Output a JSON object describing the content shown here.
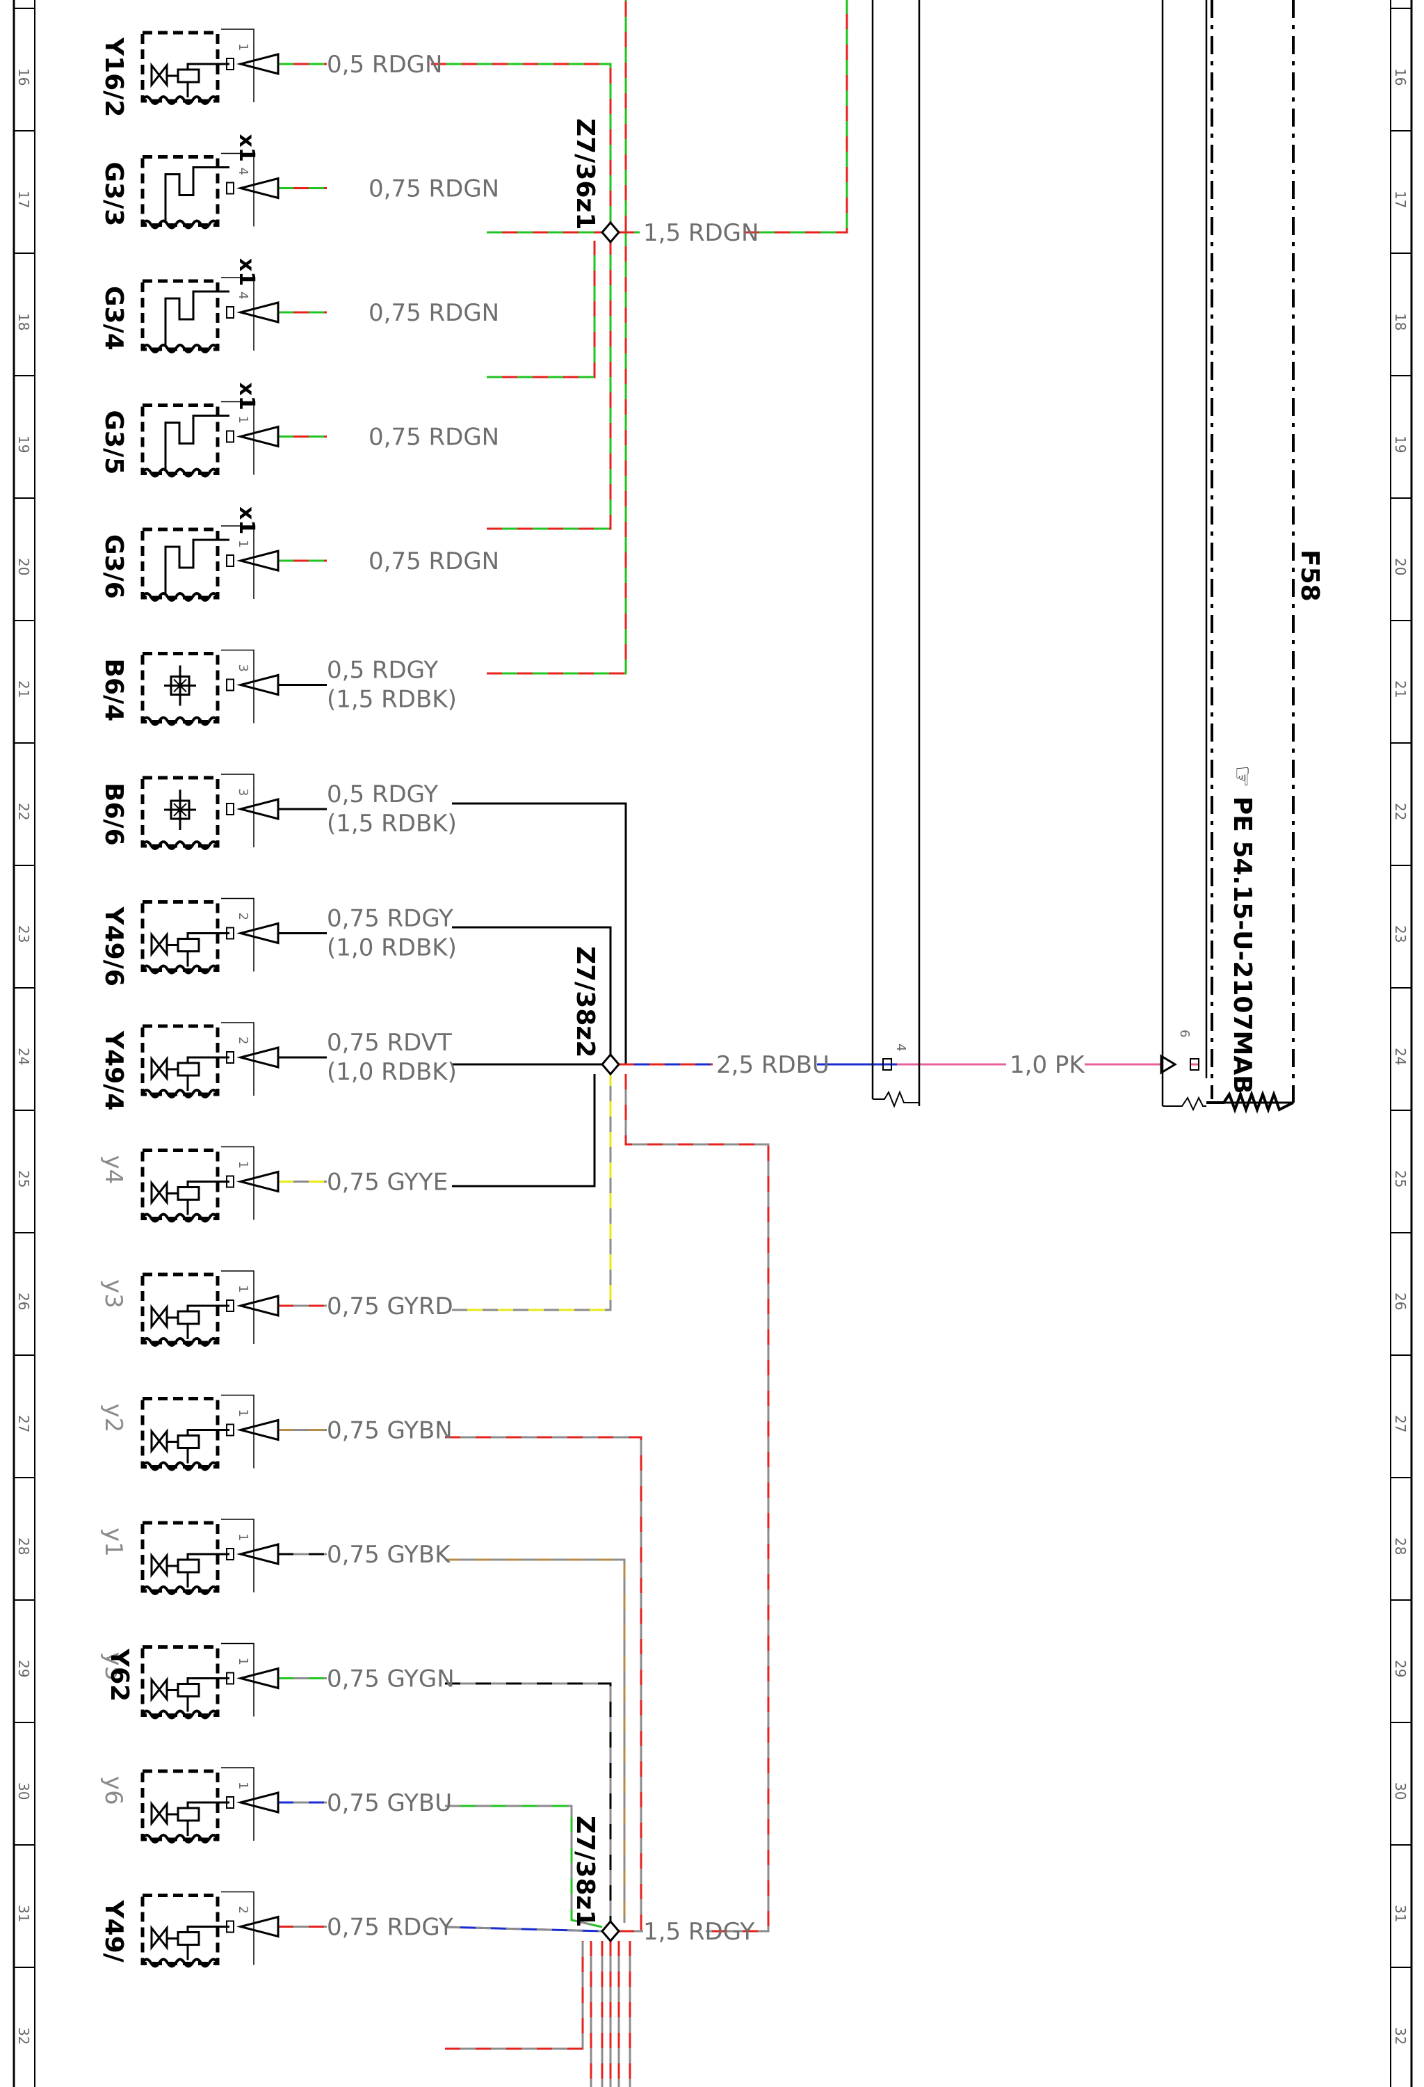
{
  "grid_rows": [
    "16",
    "17",
    "18",
    "19",
    "20",
    "21",
    "22",
    "23",
    "24",
    "25",
    "26",
    "27",
    "28",
    "29",
    "30",
    "31",
    "32"
  ],
  "colors": {
    "RD": "#e4231f",
    "GN": "#22c322",
    "GY": "#8c8c8c",
    "BK": "#000000",
    "BU": "#1a2bd0",
    "YE": "#e8e819",
    "BN": "#b78b4a",
    "PK": "#e8609a",
    "VT": "#7b3fa0"
  },
  "components": [
    {
      "id": "Y16/2",
      "type": "valve",
      "row": 0,
      "pin": "1",
      "wire": "0,5 RDGN",
      "colors": [
        "RD",
        "GN"
      ]
    },
    {
      "id": "G3/3",
      "type": "sensor",
      "row": 1,
      "pin": "4",
      "conn": "x1",
      "wire": "0,75 RDGN",
      "colors": [
        "RD",
        "GN"
      ]
    },
    {
      "id": "G3/4",
      "type": "sensor",
      "row": 2,
      "pin": "4",
      "conn": "x1",
      "wire": "0,75 RDGN",
      "colors": [
        "RD",
        "GN"
      ]
    },
    {
      "id": "G3/5",
      "type": "sensor",
      "row": 3,
      "pin": "1",
      "conn": "x1",
      "wire": "0,75 RDGN",
      "colors": [
        "RD",
        "GN"
      ]
    },
    {
      "id": "G3/6",
      "type": "sensor",
      "row": 4,
      "pin": "1",
      "conn": "x1",
      "wire": "0,75 RDGN",
      "colors": [
        "RD",
        "GN"
      ]
    },
    {
      "id": "B6/4",
      "type": "hall",
      "row": 5,
      "pin": "3",
      "wire": "0,5 RDGY",
      "wire2": "(1,5 RDBK)",
      "colors": [
        "BK"
      ]
    },
    {
      "id": "B6/6",
      "type": "hall",
      "row": 6,
      "pin": "3",
      "wire": "0,5 RDGY",
      "wire2": "(1,5 RDBK)",
      "colors": [
        "BK"
      ]
    },
    {
      "id": "Y49/6",
      "type": "valve",
      "row": 7,
      "pin": "2",
      "wire": "0,75 RDGY",
      "wire2": "(1,0 RDBK)",
      "colors": [
        "BK"
      ]
    },
    {
      "id": "Y49/4",
      "type": "valve",
      "row": 8,
      "pin": "2",
      "wire": "0,75 RDVT",
      "wire2": "(1,0 RDBK)",
      "colors": [
        "BK"
      ]
    },
    {
      "id": "y4",
      "type": "valve",
      "row": 9,
      "pin": "1",
      "wire": "0,75 GYYE",
      "colors": [
        "GY",
        "YE"
      ],
      "light": true
    },
    {
      "id": "y3",
      "type": "valve",
      "row": 10,
      "pin": "1",
      "wire": "0,75 GYRD",
      "colors": [
        "GY",
        "RD"
      ],
      "light": true
    },
    {
      "id": "y2",
      "type": "valve",
      "row": 11,
      "pin": "1",
      "wire": "0,75 GYBN",
      "colors": [
        "GY",
        "BN"
      ],
      "light": true
    },
    {
      "id": "y1",
      "type": "valve",
      "row": 12,
      "pin": "1",
      "wire": "0,75 GYBK",
      "colors": [
        "GY",
        "BK"
      ],
      "light": true
    },
    {
      "id": "y5",
      "type": "valve",
      "row": 13,
      "pin": "1",
      "wire": "0,75 GYGN",
      "colors": [
        "GY",
        "GN"
      ],
      "light": true
    },
    {
      "id": "y6",
      "type": "valve",
      "row": 14,
      "pin": "1",
      "wire": "0,75 GYBU",
      "colors": [
        "GY",
        "BU"
      ],
      "light": true
    },
    {
      "id": "Y49/",
      "type": "valve",
      "row": 15,
      "pin": "2",
      "wire": "0,75 RDGY",
      "colors": [
        "GY",
        "RD"
      ]
    }
  ],
  "group_label": "Y62",
  "splices": [
    "Z7/36z1",
    "Z7/38z2",
    "Z7/38z1"
  ],
  "wire_labels": {
    "z36_out": "1,5 RDGN",
    "z38z2_out": "2,5 RDBU",
    "z38z1_out": "1,5 RDGY",
    "pk": "1,0 PK"
  },
  "pins": {
    "mid_connector": "4",
    "right_connector": "6"
  },
  "fuse_label": "F58",
  "reference": "☞ PE 54.15-U-2107MAB"
}
